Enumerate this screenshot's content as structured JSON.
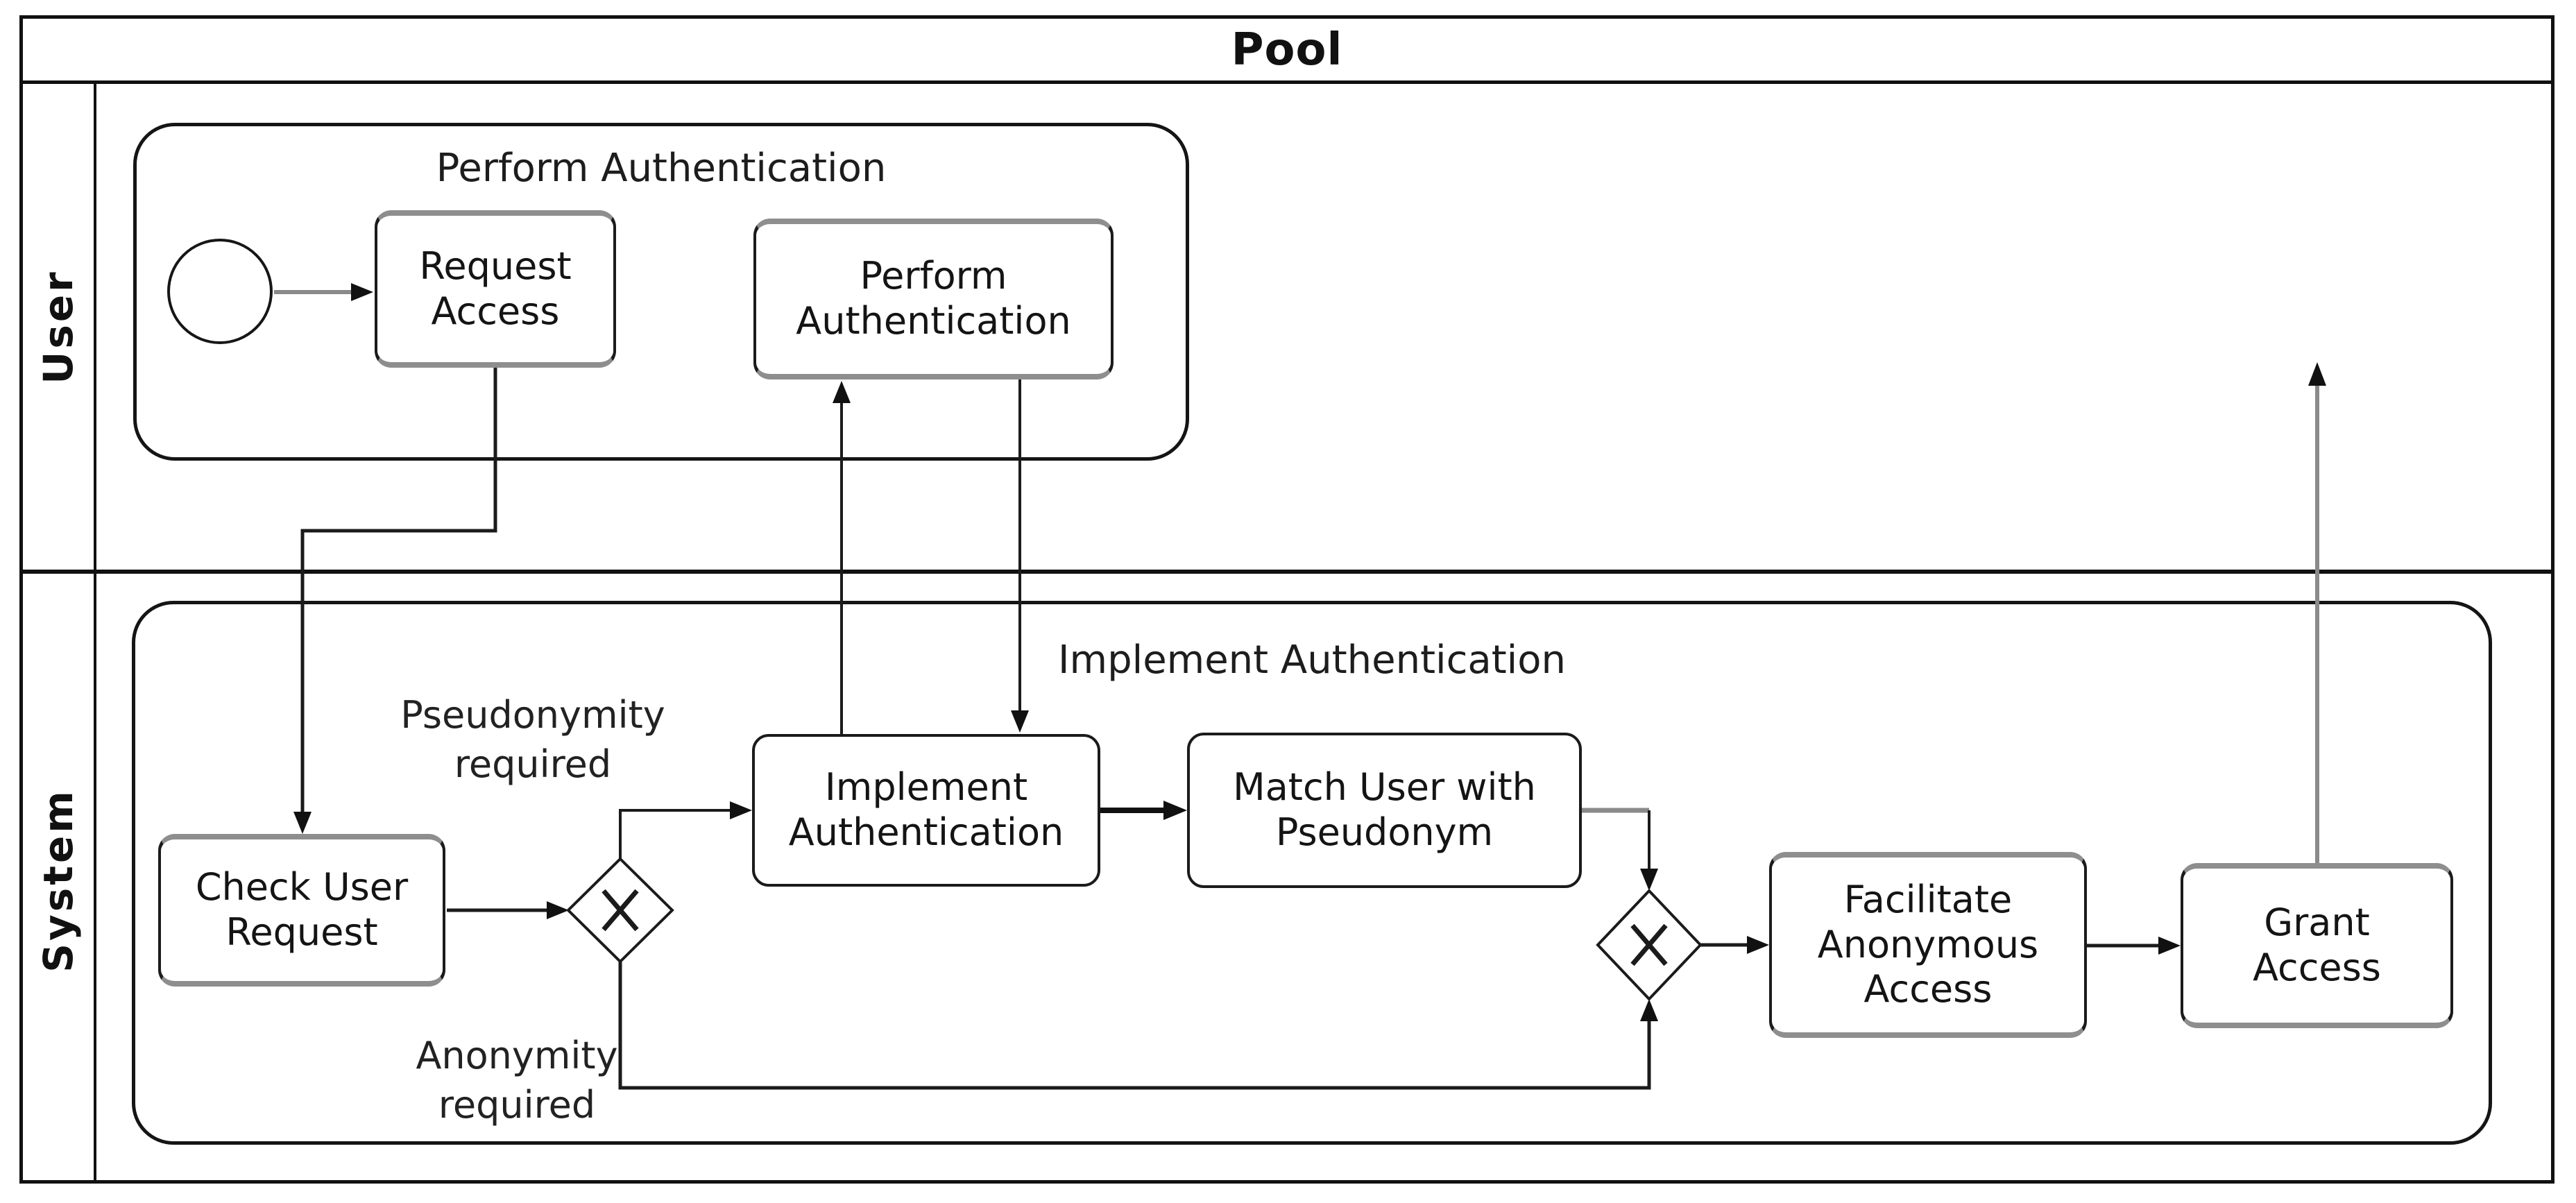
{
  "pool": {
    "title": "Pool"
  },
  "lanes": {
    "user": {
      "label": "User"
    },
    "system": {
      "label": "System"
    }
  },
  "subprocesses": {
    "perform_authentication": {
      "title": "Perform Authentication"
    },
    "implement_authentication": {
      "title": "Implement Authentication"
    }
  },
  "events": {
    "start": {
      "type": "start-event"
    }
  },
  "tasks": {
    "request_access": {
      "label": "Request\nAccess"
    },
    "perform_authentication": {
      "label": "Perform\nAuthentication"
    },
    "check_user_request": {
      "label": "Check User\nRequest"
    },
    "implement_authentication": {
      "label": "Implement\nAuthentication"
    },
    "match_user_with_pseudonym": {
      "label": "Match User with\nPseudonym"
    },
    "facilitate_anonymous_access": {
      "label": "Facilitate\nAnonymous\nAccess"
    },
    "grant_access": {
      "label": "Grant\nAccess"
    }
  },
  "gateways": {
    "gateway1": {
      "type": "exclusive-xor",
      "marker": "X"
    },
    "gateway2": {
      "type": "exclusive-xor",
      "marker": "X"
    }
  },
  "flow_labels": {
    "pseudonymity_required": "Pseudonymity\nrequired",
    "anonymity_required": "Anonymity\nrequired"
  },
  "colors": {
    "line": "#1b1b1b",
    "gray_accent": "#8a8a8a",
    "background": "#ffffff",
    "text": "#111111"
  }
}
